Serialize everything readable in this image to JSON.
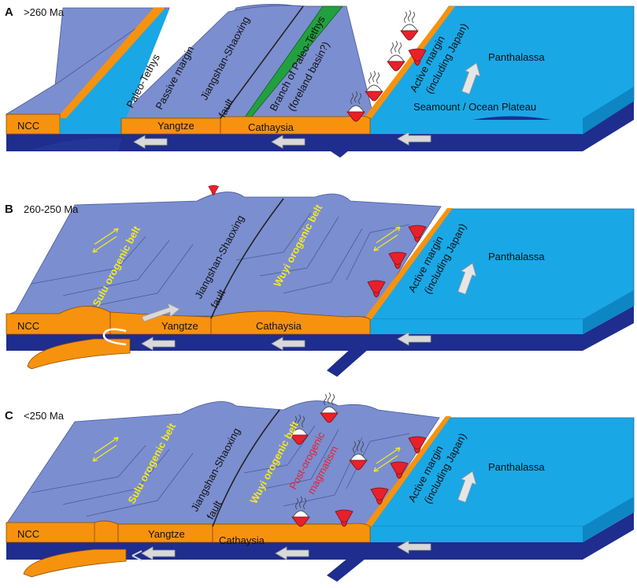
{
  "colors": {
    "crust": "#7b8ed0",
    "crust_shade": "#6677b8",
    "ocean": "#1aa7e6",
    "ocean_dark": "#0e86c4",
    "orange": "#f7920e",
    "mantle": "#1e2d8e",
    "green": "#22a03f",
    "magma": "#e8202a",
    "arrow": "#d9d9d9",
    "yellow_text": "#f2ea1c",
    "red_text": "#e8202a"
  },
  "panels": [
    {
      "id": "A",
      "letter": "A",
      "age": ">260 Ma",
      "labels": {
        "ncc": "NCC",
        "yangtze": "Yangtze",
        "cathaysia": "Cathaysia",
        "paleo_tethys": "Paleo-Tethys",
        "passive_margin": "Passive margin",
        "js_fault": "Jiangshan-Shaoxing",
        "fault": "fault",
        "branch1": "Branch of Paleo-Tethys",
        "branch2": "(foreland basin?)",
        "active1": "Active margin",
        "active2": "(including Japan)",
        "panthalassa": "Panthalassa",
        "seamount": "Seamount / Ocean Plateau"
      }
    },
    {
      "id": "B",
      "letter": "B",
      "age": "260-250 Ma",
      "labels": {
        "ncc": "NCC",
        "yangtze": "Yangtze",
        "cathaysia": "Cathaysia",
        "sulu": "Sulu orogenic belt",
        "js_fault": "Jiangshan-Shaoxing",
        "fault": "fault",
        "wuyi": "Wuyi orogenic belt",
        "active1": "Active margin",
        "active2": "(including Japan)",
        "panthalassa": "Panthalassa"
      }
    },
    {
      "id": "C",
      "letter": "C",
      "age": "<250 Ma",
      "labels": {
        "ncc": "NCC",
        "yangtze": "Yangtze",
        "cathaysia": "Cathaysia",
        "sulu": "Sulu orogenic belt",
        "js_fault": "Jiangshan-Shaoxing",
        "fault": "fault",
        "wuyi": "Wuyi orogenic belt",
        "post1": "Post-orogenic",
        "post2": "magmatism",
        "active1": "Active margin",
        "active2": "(including Japan)",
        "panthalassa": "Panthalassa"
      }
    }
  ]
}
